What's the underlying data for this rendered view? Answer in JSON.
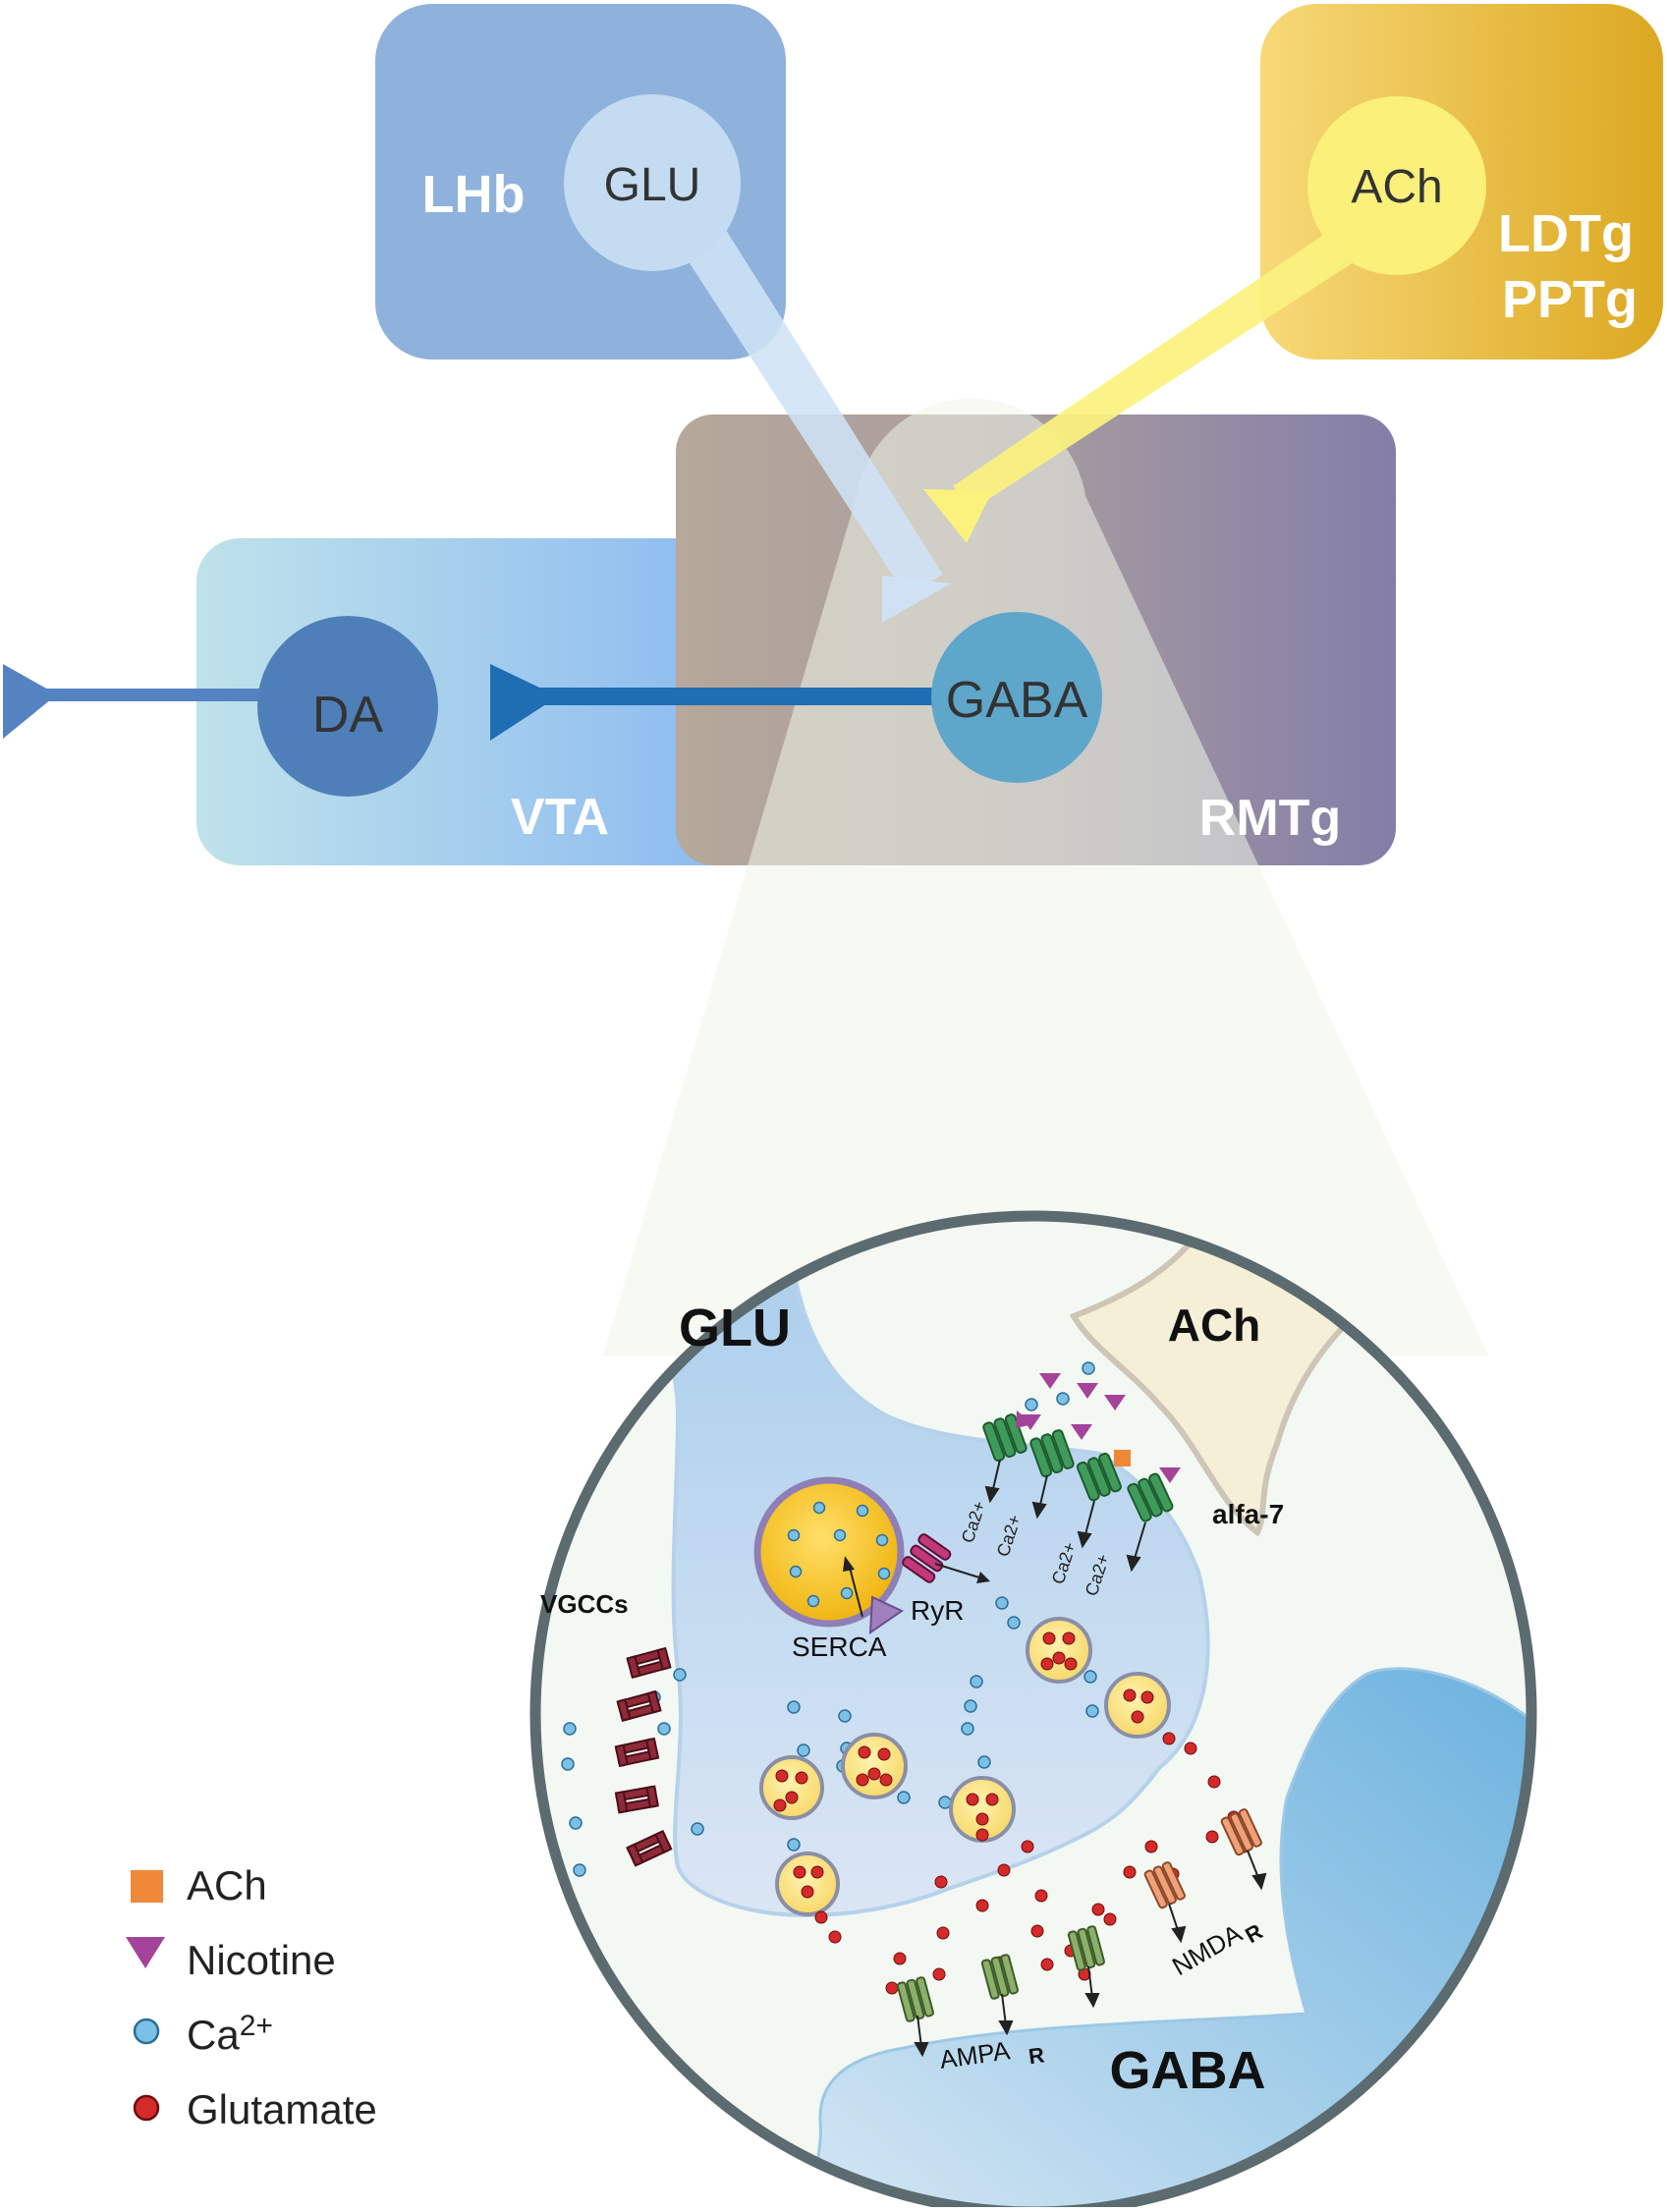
{
  "regions": {
    "lhb": "LHb",
    "ldtg": "LDTg",
    "pptg": "PPTg",
    "vta": "VTA",
    "rmtg": "RMTg"
  },
  "neurons": {
    "glu": "GLU",
    "ach": "ACh",
    "da": "DA",
    "gaba": "GABA"
  },
  "inset": {
    "glu": "GLU",
    "ach": "ACh",
    "gaba": "GABA",
    "alfa7": "alfa-7",
    "vgccs": "VGCCs",
    "ryr": "RyR",
    "serca": "SERCA",
    "ampa": "AMPA",
    "ampa_sub": "R",
    "nmda": "NMDA",
    "nmda_sub": "R",
    "ca_flux": [
      "Ca2+",
      "Ca2+",
      "Ca2+",
      "Ca2+"
    ]
  },
  "legend": {
    "ach": "ACh",
    "nicotine": "Nicotine",
    "ca_base": "Ca",
    "ca_sup": "2+",
    "glutamate": "Glutamate"
  },
  "colors": {
    "lhb_box": "#8fb2dc",
    "ldtg_box": "#e8b73a",
    "vta_box": "#9cc4ee",
    "rmtg_box": "#a89e9a",
    "glu_cell": "#c4dcf2",
    "ach_cell": "#fbf07a",
    "da_cell": "#4f7fb9",
    "gaba_cell": "#5fa6cb",
    "ach_marker": "#f0883a",
    "nicotine_marker": "#a3449a",
    "ca_marker": "#7cc0e6",
    "glutamate_marker": "#d42a2a"
  }
}
